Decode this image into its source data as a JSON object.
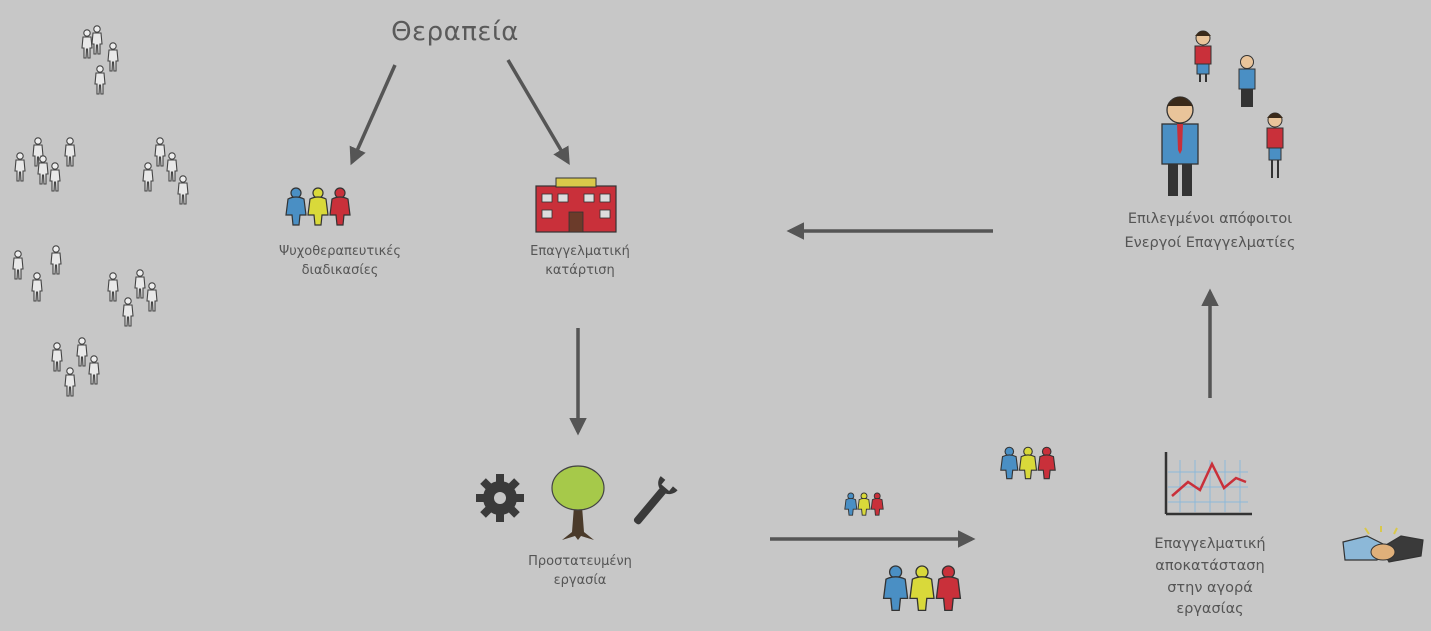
{
  "diagram": {
    "title": "Θεραπεία",
    "nodes": {
      "psychotherapy": {
        "lines": [
          "Ψυχοθεραπευτικές",
          "διαδικασίες"
        ],
        "icon": "people-group-icon"
      },
      "vocational_training": {
        "lines": [
          "Επαγγελματική",
          "κατάρτιση"
        ],
        "icon": "school-building-icon"
      },
      "protected_work": {
        "lines": [
          "Προστατευμένη",
          "εργασία"
        ],
        "icon": "gear-tree-wrench-icon"
      },
      "rehabilitation": {
        "lines": [
          "Επαγγελματική",
          "αποκατάσταση",
          "στην αγορά",
          "εργασίας"
        ],
        "icon": "growth-chart-icon"
      },
      "graduates": {
        "lines": [
          "Επιλεγμένοι απόφοιτοι",
          "Ενεργοί Επαγγελματίες"
        ],
        "icon": "professionals-icon"
      }
    },
    "colors": {
      "background": "#c7c7c7",
      "arrow": "#555555",
      "person_blue": "#4a8fc4",
      "person_yellow": "#d9d93a",
      "person_red": "#c9303a"
    }
  }
}
